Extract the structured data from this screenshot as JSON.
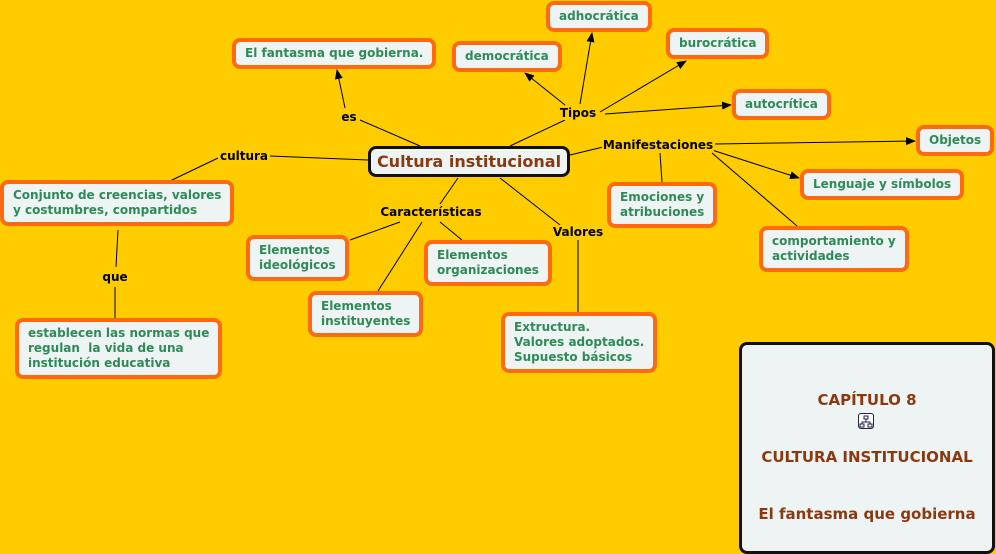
{
  "colors": {
    "background": "#FFCC00",
    "node_fill": "#EEF3F3",
    "node_border": "#FF6A10",
    "node_text": "#2E8B57",
    "main_text": "#8B3A0F"
  },
  "main_concept": "Cultura institucional",
  "concepts": {
    "fantasma": "El fantasma que gobierna.",
    "democratica": "democrática",
    "adhocratica": "adhocrática",
    "burocratica": "burocrática",
    "autocritica": "autocrítica",
    "objetos": "Objetos",
    "lenguaje": "Lenguaje y símbolos",
    "emociones": "Emociones y\natribuciones",
    "comportamiento": "comportamiento y\nactividades",
    "conjunto": "Conjunto de creencias, valores\ny costumbres, compartidos",
    "establecen": "establecen las normas que\nregulan  la vida de una\ninstitución educativa",
    "ideologicos": "Elementos\nideológicos",
    "instituyentes": "Elementos\ninstituyentes",
    "organizaciones": "Elementos\norganizaciones",
    "extructura": "Extructura.\nValores adoptados.\nSupuesto básicos"
  },
  "link_labels": {
    "es": "es",
    "tipos": "Tipos",
    "manifestaciones": "Manifestaciones",
    "cultura": "cultura",
    "caracteristicas": "Características",
    "valores": "Valores",
    "que": "que"
  },
  "title_box": {
    "line1": "CAPÍTULO 8",
    "line2": "CULTURA INSTITUCIONAL",
    "line3": "El fantasma que gobierna"
  },
  "icons": {
    "concept_map_icon": "cmap-icon"
  }
}
